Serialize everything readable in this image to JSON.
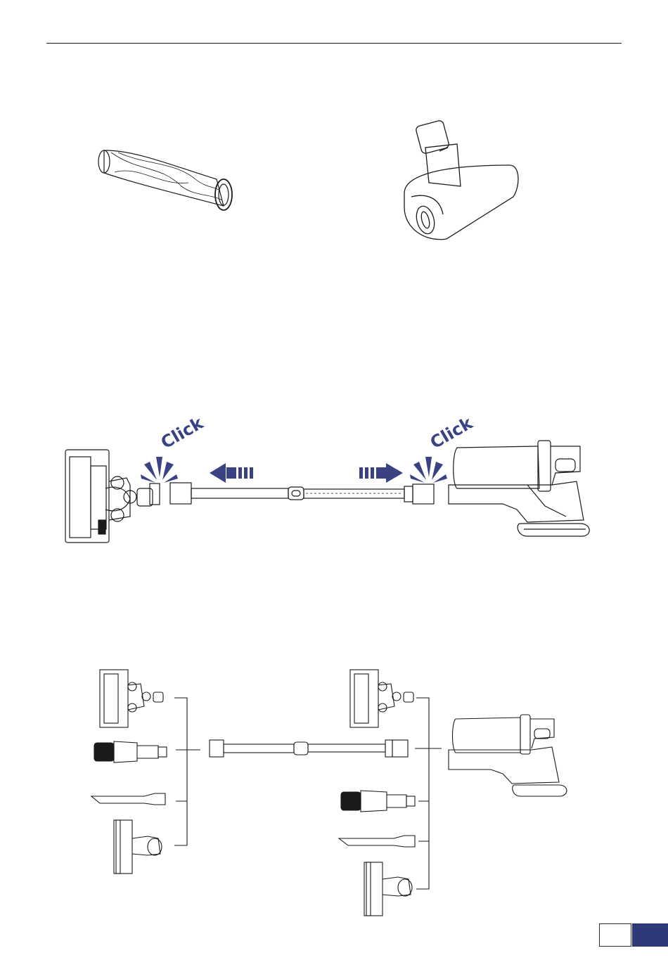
{
  "callouts": {
    "click_left": "Click",
    "click_right": "Click"
  },
  "colors": {
    "line": "#1a1a1a",
    "accent": "#3a4284",
    "page_tab": "#2e3a78"
  },
  "icons": [
    "brush-roll-illustration",
    "mini-motorized-brush-illustration",
    "floor-head-illustration",
    "extension-tube-illustration",
    "handheld-vacuum-illustration",
    "crevice-tool-illustration",
    "dusting-brush-illustration",
    "arrow-right-icon",
    "arrow-left-icon"
  ]
}
